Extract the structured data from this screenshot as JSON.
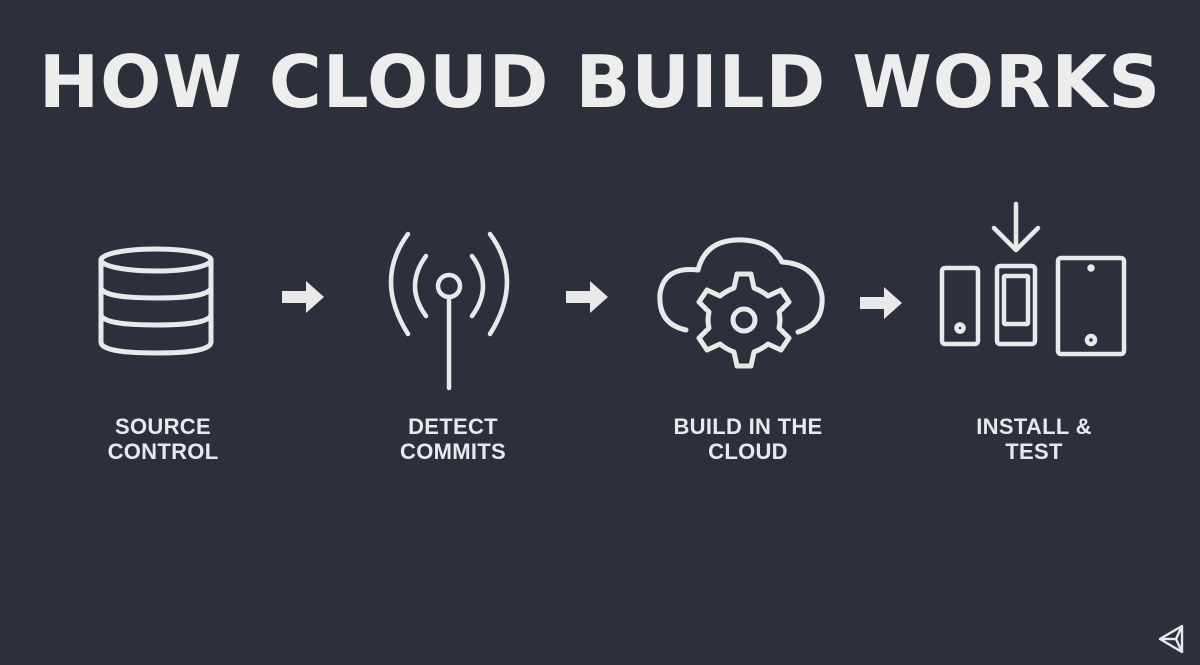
{
  "title": "HOW CLOUD BUILD WORKS",
  "steps": [
    {
      "line1": "SOURCE",
      "line2": "CONTROL",
      "icon": "database-icon"
    },
    {
      "line1": "DETECT",
      "line2": "COMMITS",
      "icon": "antenna-icon"
    },
    {
      "line1": "BUILD IN THE",
      "line2": "CLOUD",
      "icon": "cloud-gear-icon"
    },
    {
      "line1": "INSTALL &",
      "line2": "TEST",
      "icon": "devices-download-icon"
    }
  ],
  "colors": {
    "background": "#2b303a",
    "foreground": "#e9e9ea"
  }
}
